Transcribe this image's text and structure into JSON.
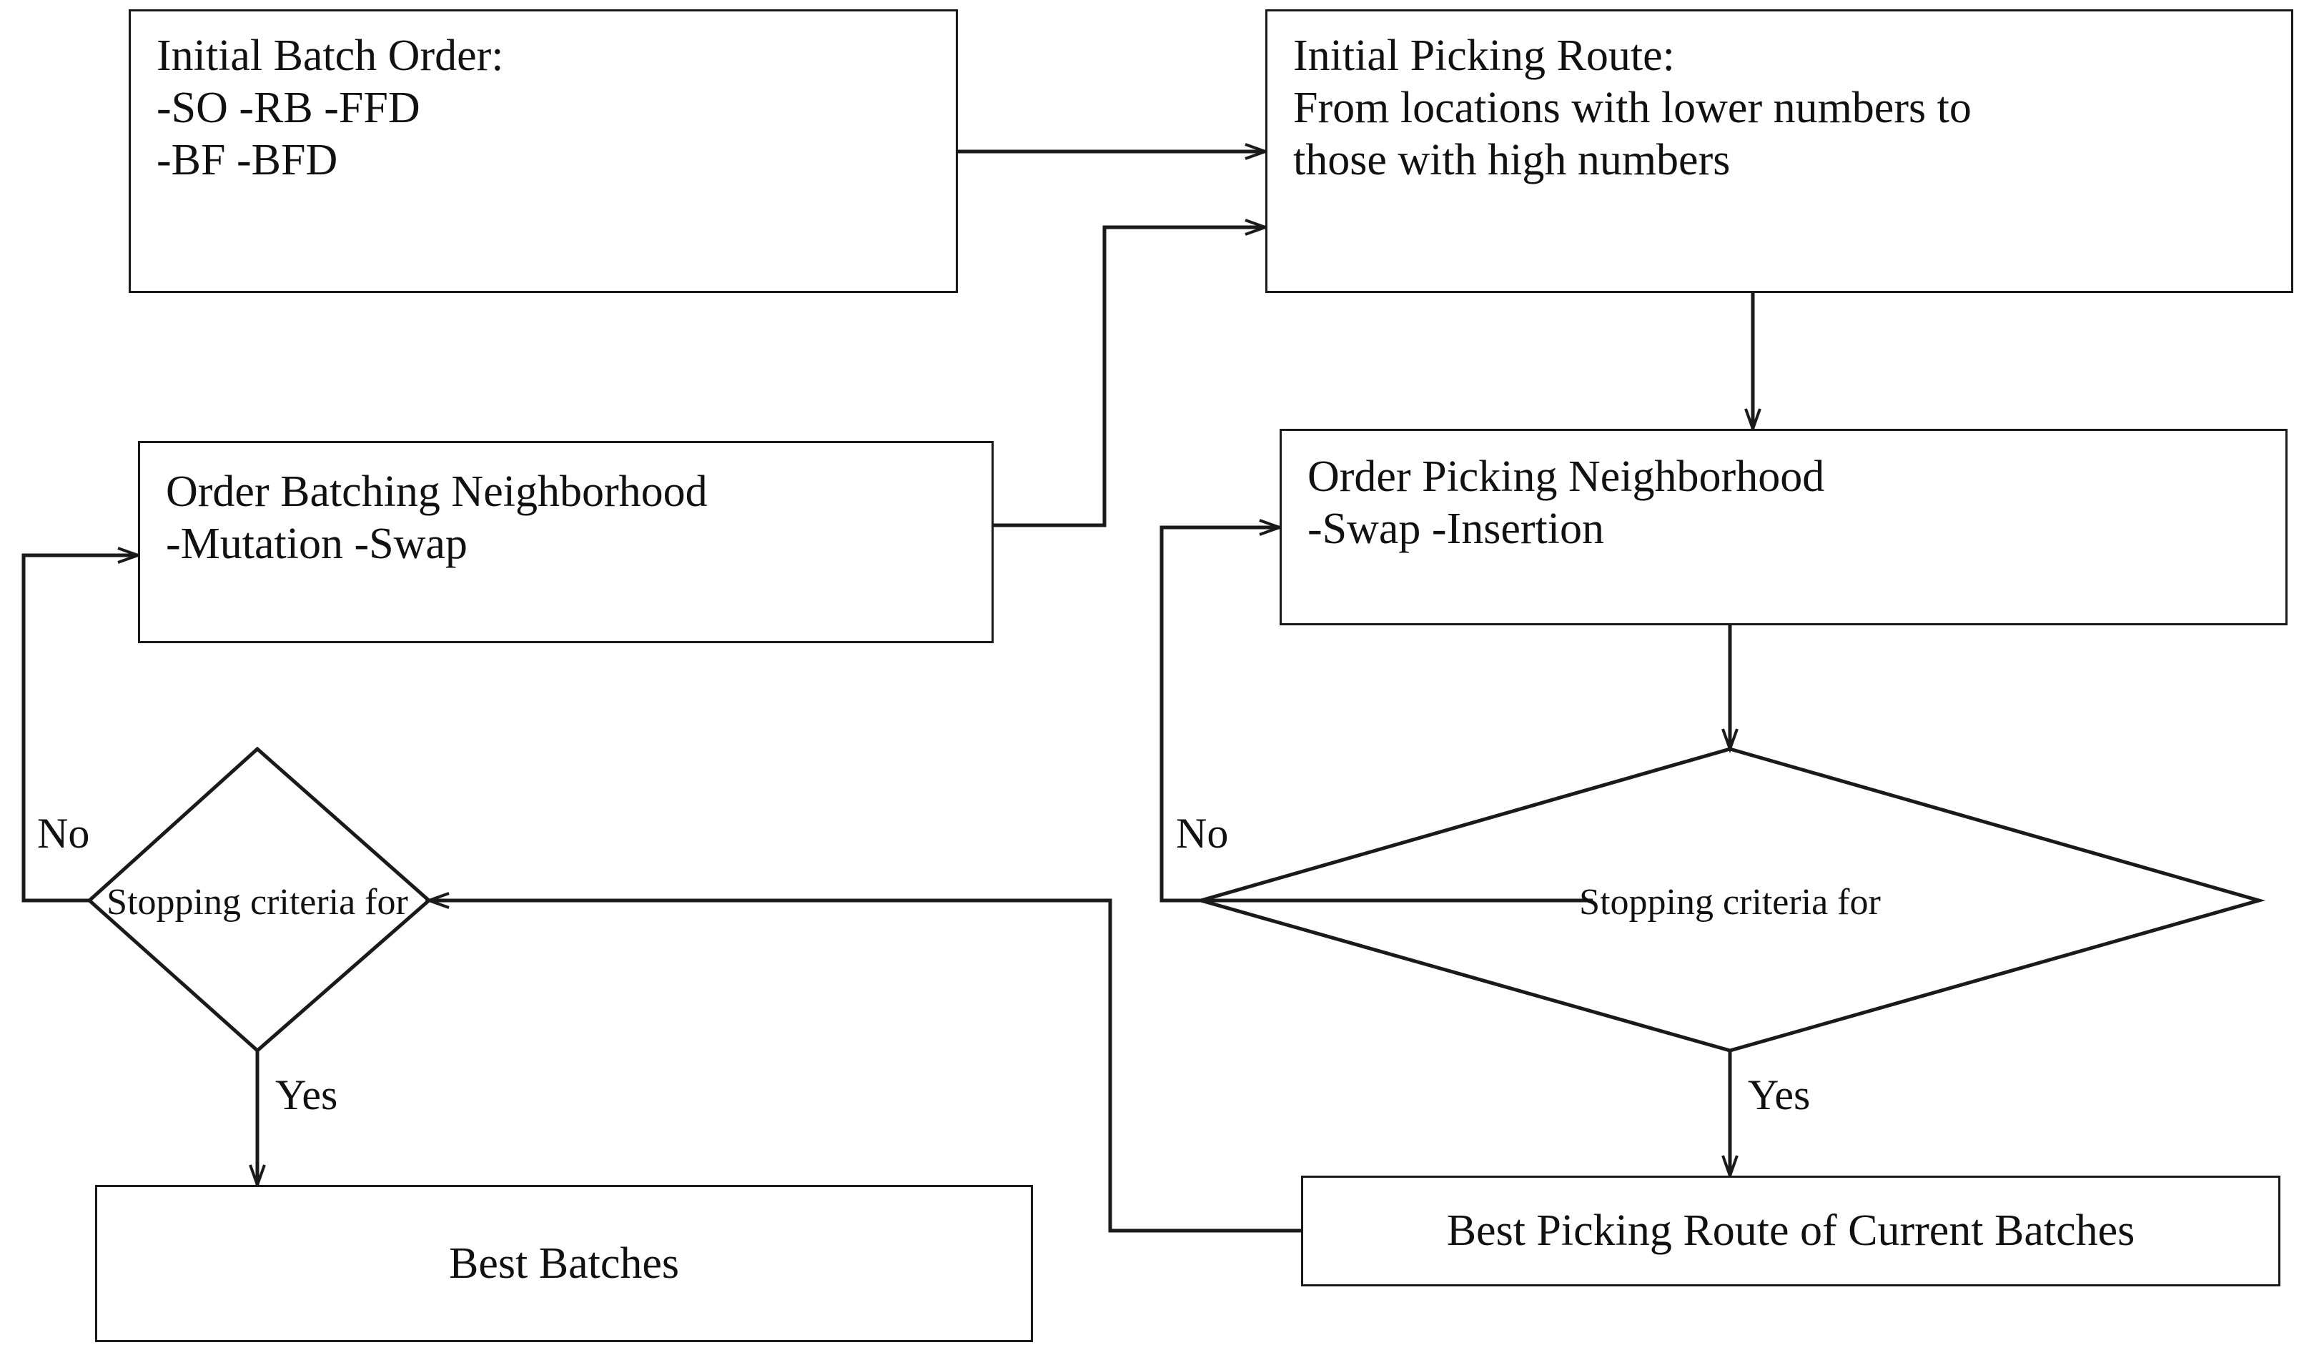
{
  "diagram": {
    "title": "Hybrid Variable Neighborhood Search flowchart for order batching and picking routing",
    "stroke_color": "#1a1a1a",
    "background_color": "#ffffff",
    "nodes": {
      "initial_batch_order": {
        "shape": "rectangle",
        "heading": "Initial Batch Order:",
        "line2": "-SO    -RB    -FFD",
        "line3": "-BF    -BFD"
      },
      "initial_picking_route": {
        "shape": "rectangle",
        "heading": "Initial Picking Route:",
        "line2": "From locations with lower numbers to",
        "line3": "those with high numbers"
      },
      "order_batching_neighborhood": {
        "shape": "rectangle",
        "heading": "Order Batching Neighborhood",
        "line2": " -Mutation      -Swap"
      },
      "order_picking_neighborhood": {
        "shape": "rectangle",
        "heading": "Order Picking Neighborhood",
        "line2": " -Swap      -Insertion"
      },
      "stopping_criteria_batching": {
        "shape": "diamond",
        "label": "Stopping criteria for"
      },
      "stopping_criteria_picking": {
        "shape": "diamond",
        "label": "Stopping criteria for"
      },
      "best_batches": {
        "shape": "rectangle",
        "label": "Best Batches"
      },
      "best_picking_route": {
        "shape": "rectangle",
        "label": "Best Picking Route of Current Batches"
      }
    },
    "edge_labels": {
      "batching_no": "No",
      "batching_yes": "Yes",
      "picking_no": "No",
      "picking_yes": "Yes"
    }
  }
}
